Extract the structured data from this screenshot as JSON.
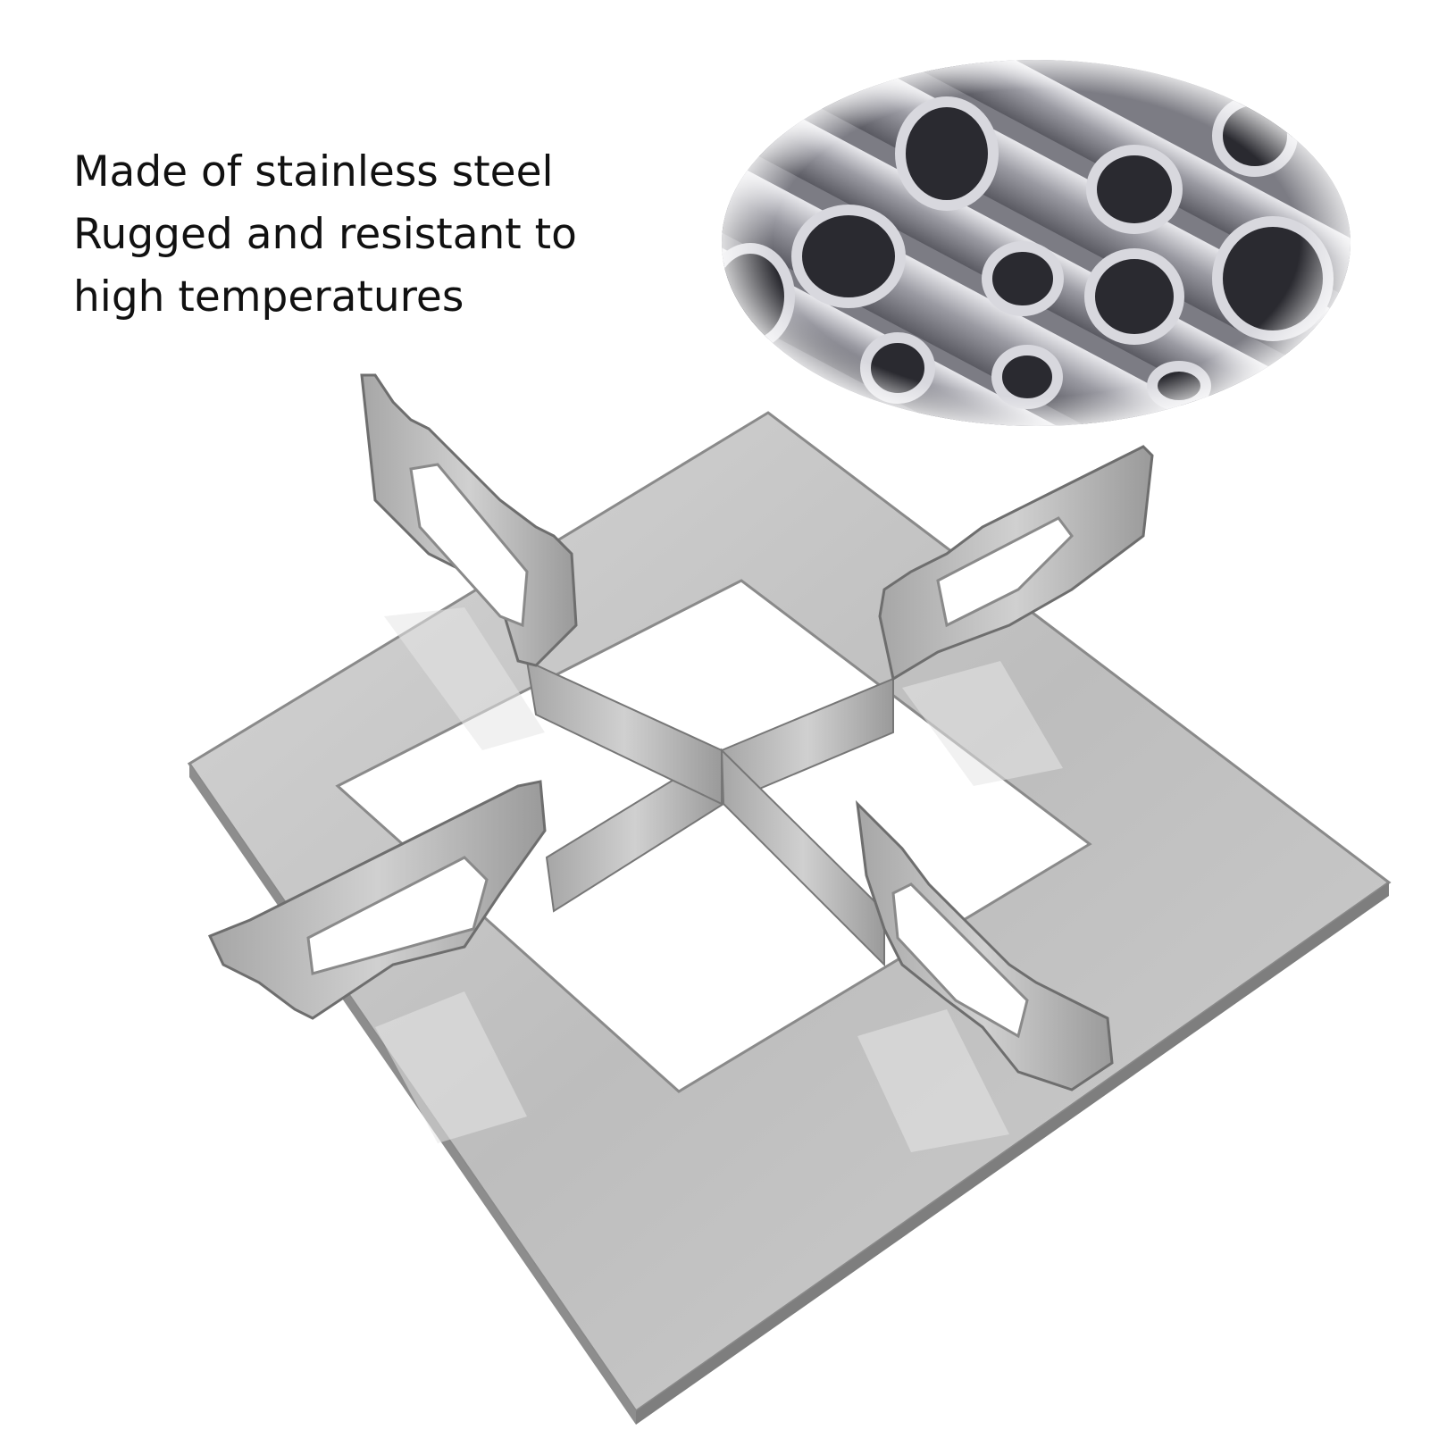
{
  "caption": {
    "lines": [
      "Made of stainless steel",
      "Rugged and resistant to",
      "high temperatures"
    ]
  },
  "inset": {
    "subject": "stainless steel tubes"
  },
  "product": {
    "subject": "stainless steel stove grate stand with serrated supports"
  },
  "colors": {
    "steel": "#c4c4c4",
    "steel_dark": "#8a8a8a",
    "tube_shadow": "#2a2a30",
    "background": "#ffffff"
  }
}
